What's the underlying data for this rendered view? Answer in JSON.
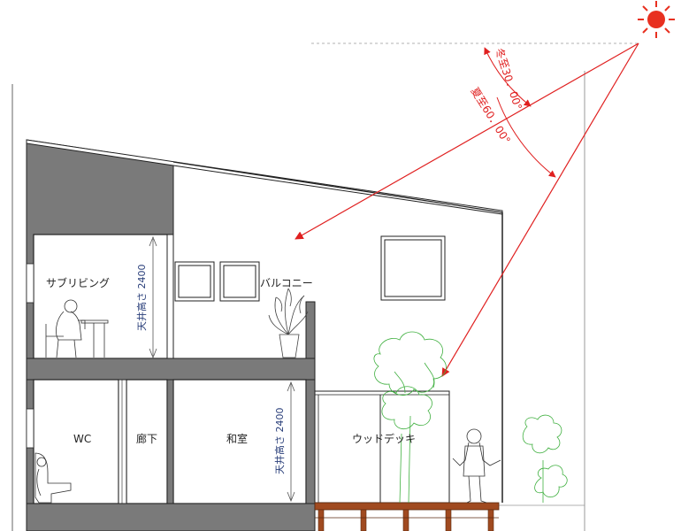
{
  "diagram": {
    "rooms": {
      "sub_living": "サブリビング",
      "balcony": "バルコニー",
      "wc": "WC",
      "corridor": "廊下",
      "washitsu": "和室",
      "wood_deck": "ウッドデッキ"
    },
    "ceiling_height": {
      "upper": "天井高さ 2400",
      "lower": "天井高さ 2400"
    },
    "sun_angles": {
      "winter": "冬至30．00°",
      "summer": "夏至60．00°"
    },
    "colors": {
      "wall_fill": "#7a7a7a",
      "sun": "#e83020",
      "sun_ray": "#e02020",
      "tree": "#40b040",
      "deck": "#a04a20",
      "dimension": "#2a3f7a"
    },
    "icons": [
      "sun-icon",
      "tree-icon",
      "plant-icon",
      "person-icon",
      "toilet-icon"
    ]
  }
}
